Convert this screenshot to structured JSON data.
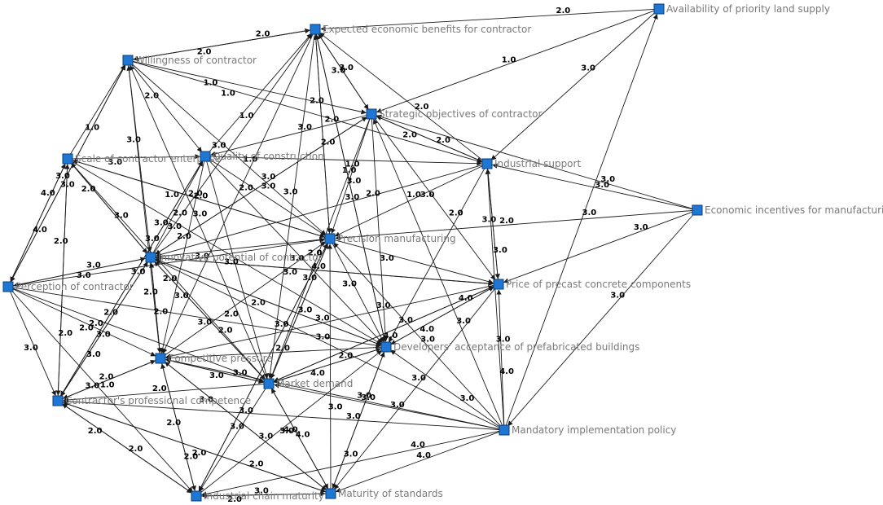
{
  "colors": {
    "node_fill": "#1f77d4",
    "edge": "#1a1a1a",
    "label": "#7a7a7a",
    "weight": "#000000"
  },
  "nodes": [
    {
      "id": "expected_benefits",
      "label": "Expected economic benefits for contractor"
    },
    {
      "id": "land_supply",
      "label": "Availability of priority land supply"
    },
    {
      "id": "willingness",
      "label": "Willingness of contractor"
    },
    {
      "id": "strategic",
      "label": "Strategic objectives of contractor"
    },
    {
      "id": "scale",
      "label": "Scale of contractor enterprise"
    },
    {
      "id": "quality",
      "label": "Quality of construction"
    },
    {
      "id": "industrial_support",
      "label": "Industrial support"
    },
    {
      "id": "econ_incentives",
      "label": "Economic incentives for manufacturing"
    },
    {
      "id": "precision",
      "label": "Precision manufacturing"
    },
    {
      "id": "innovative",
      "label": "Innovative potential of contractor"
    },
    {
      "id": "perception",
      "label": "Perception of contractor"
    },
    {
      "id": "price",
      "label": "Price of precast concrete components"
    },
    {
      "id": "dev_accept",
      "label": "Developers' acceptance of prefabricated buildings"
    },
    {
      "id": "competitive",
      "label": "Competitive pressure"
    },
    {
      "id": "market",
      "label": "Market demand"
    },
    {
      "id": "competence",
      "label": "Contractor's professional competence"
    },
    {
      "id": "mandatory",
      "label": "Mandatory implementation policy"
    },
    {
      "id": "chain",
      "label": "Industrial chain maturity"
    },
    {
      "id": "standards",
      "label": "Maturity of standards"
    }
  ],
  "edges": [
    {
      "from": "land_supply",
      "to": "expected_benefits",
      "weight": "2.0"
    },
    {
      "from": "willingness",
      "to": "expected_benefits",
      "weight": "2.0"
    },
    {
      "from": "strategic",
      "to": "expected_benefits",
      "weight": "3.0"
    },
    {
      "from": "quality",
      "to": "expected_benefits",
      "weight": "1.0"
    },
    {
      "from": "precision",
      "to": "expected_benefits",
      "weight": "2.0"
    },
    {
      "from": "innovative",
      "to": "expected_benefits",
      "weight": "2.0"
    },
    {
      "from": "industrial_support",
      "to": "expected_benefits",
      "weight": "2.0"
    },
    {
      "from": "dev_accept",
      "to": "expected_benefits",
      "weight": "3.0"
    },
    {
      "from": "scale",
      "to": "willingness",
      "weight": "1.0"
    },
    {
      "from": "perception",
      "to": "willingness",
      "weight": "3.0"
    },
    {
      "from": "expected_benefits",
      "to": "willingness",
      "weight": "2.0"
    },
    {
      "from": "competitive",
      "to": "willingness",
      "weight": "3.0"
    },
    {
      "from": "market",
      "to": "willingness",
      "weight": "3.0"
    },
    {
      "from": "willingness",
      "to": "strategic",
      "weight": "1.0"
    },
    {
      "from": "expected_benefits",
      "to": "strategic",
      "weight": "3.0"
    },
    {
      "from": "econ_incentives",
      "to": "strategic",
      "weight": "3.0"
    },
    {
      "from": "industrial_support",
      "to": "strategic",
      "weight": "2.0"
    },
    {
      "from": "land_supply",
      "to": "strategic",
      "weight": "1.0"
    },
    {
      "from": "mandatory",
      "to": "strategic",
      "weight": "3.0"
    },
    {
      "from": "perception",
      "to": "scale",
      "weight": "4.0"
    },
    {
      "from": "competence",
      "to": "scale",
      "weight": "2.0"
    },
    {
      "from": "innovative",
      "to": "scale",
      "weight": "3.0"
    },
    {
      "from": "precision",
      "to": "scale",
      "weight": "2.0"
    },
    {
      "from": "scale",
      "to": "quality",
      "weight": "3.0"
    },
    {
      "from": "innovative",
      "to": "quality",
      "weight": "2.0"
    },
    {
      "from": "competence",
      "to": "quality",
      "weight": "3.0"
    },
    {
      "from": "strategic",
      "to": "quality",
      "weight": "3.0"
    },
    {
      "from": "quality",
      "to": "industrial_support",
      "weight": "1.0"
    },
    {
      "from": "strategic",
      "to": "industrial_support",
      "weight": "2.0"
    },
    {
      "from": "econ_incentives",
      "to": "industrial_support",
      "weight": "3.0"
    },
    {
      "from": "price",
      "to": "industrial_support",
      "weight": "3.0"
    },
    {
      "from": "land_supply",
      "to": "industrial_support",
      "weight": "3.0"
    },
    {
      "from": "econ_incentives",
      "to": "precision",
      "weight": "2.0"
    },
    {
      "from": "quality",
      "to": "precision",
      "weight": "2.0"
    },
    {
      "from": "industrial_support",
      "to": "precision",
      "weight": "1.0"
    },
    {
      "from": "innovative",
      "to": "precision",
      "weight": "3.0"
    },
    {
      "from": "competitive",
      "to": "precision",
      "weight": "2.0"
    },
    {
      "from": "market",
      "to": "precision",
      "weight": "3.0"
    },
    {
      "from": "standards",
      "to": "precision",
      "weight": "3.0"
    },
    {
      "from": "strategic",
      "to": "precision",
      "weight": "1.0"
    },
    {
      "from": "scale",
      "to": "innovative",
      "weight": "2.0"
    },
    {
      "from": "willingness",
      "to": "innovative",
      "weight": "3.0"
    },
    {
      "from": "perception",
      "to": "innovative",
      "weight": "3.0"
    },
    {
      "from": "competence",
      "to": "innovative",
      "weight": "3.0"
    },
    {
      "from": "competitive",
      "to": "innovative",
      "weight": "2.0"
    },
    {
      "from": "scale",
      "to": "perception",
      "weight": "4.0"
    },
    {
      "from": "innovative",
      "to": "perception",
      "weight": "3.0"
    },
    {
      "from": "willingness",
      "to": "perception",
      "weight": "3.0"
    },
    {
      "from": "precision",
      "to": "price",
      "weight": "3.0"
    },
    {
      "from": "industrial_support",
      "to": "price",
      "weight": "3.0"
    },
    {
      "from": "econ_incentives",
      "to": "price",
      "weight": "3.0"
    },
    {
      "from": "mandatory",
      "to": "price",
      "weight": "4.0"
    },
    {
      "from": "market",
      "to": "price",
      "weight": "4.0"
    },
    {
      "from": "dev_accept",
      "to": "price",
      "weight": "4.0"
    },
    {
      "from": "strategic",
      "to": "price",
      "weight": "3.0"
    },
    {
      "from": "price",
      "to": "dev_accept",
      "weight": "4.0"
    },
    {
      "from": "precision",
      "to": "dev_accept",
      "weight": "3.0"
    },
    {
      "from": "quality",
      "to": "dev_accept",
      "weight": "3.0"
    },
    {
      "from": "mandatory",
      "to": "dev_accept",
      "weight": "3.0"
    },
    {
      "from": "innovative",
      "to": "dev_accept",
      "weight": "2.0"
    },
    {
      "from": "standards",
      "to": "dev_accept",
      "weight": "3.0"
    },
    {
      "from": "market",
      "to": "dev_accept",
      "weight": "4.0"
    },
    {
      "from": "perception",
      "to": "competitive",
      "weight": "2.0"
    },
    {
      "from": "innovative",
      "to": "competitive",
      "weight": "2.0"
    },
    {
      "from": "competence",
      "to": "competitive",
      "weight": "1.0"
    },
    {
      "from": "market",
      "to": "competitive",
      "weight": "3.0"
    },
    {
      "from": "quality",
      "to": "competitive",
      "weight": "2.0"
    },
    {
      "from": "competitive",
      "to": "market",
      "weight": "3.0"
    },
    {
      "from": "dev_accept",
      "to": "market",
      "weight": "2.0"
    },
    {
      "from": "mandatory",
      "to": "market",
      "weight": "3.0"
    },
    {
      "from": "precision",
      "to": "market",
      "weight": "3.0"
    },
    {
      "from": "price",
      "to": "market",
      "weight": "3.0"
    },
    {
      "from": "perception",
      "to": "competence",
      "weight": "3.0"
    },
    {
      "from": "scale",
      "to": "competence",
      "weight": "2.0"
    },
    {
      "from": "chain",
      "to": "competence",
      "weight": "2.0"
    },
    {
      "from": "standards",
      "to": "competence",
      "weight": "2.0"
    },
    {
      "from": "innovative",
      "to": "competence",
      "weight": "2.0"
    },
    {
      "from": "competitive",
      "to": "competence",
      "weight": "2.0"
    },
    {
      "from": "mandatory",
      "to": "competence",
      "weight": "3.0"
    },
    {
      "from": "competitive",
      "to": "chain",
      "weight": "2.0"
    },
    {
      "from": "competence",
      "to": "chain",
      "weight": "2.0"
    },
    {
      "from": "market",
      "to": "chain",
      "weight": "3.0"
    },
    {
      "from": "standards",
      "to": "chain",
      "weight": "3.0"
    },
    {
      "from": "precision",
      "to": "chain",
      "weight": "3.0"
    },
    {
      "from": "mandatory",
      "to": "standards",
      "weight": "4.0"
    },
    {
      "from": "chain",
      "to": "standards",
      "weight": "2.0"
    },
    {
      "from": "market",
      "to": "standards",
      "weight": "4.0"
    },
    {
      "from": "competence",
      "to": "standards",
      "weight": "2.0"
    },
    {
      "from": "dev_accept",
      "to": "standards",
      "weight": "3.0"
    },
    {
      "from": "price",
      "to": "standards",
      "weight": "3.0"
    },
    {
      "from": "competitive",
      "to": "standards",
      "weight": "3.0"
    },
    {
      "from": "econ_incentives",
      "to": "mandatory",
      "weight": "3.0"
    },
    {
      "from": "mandatory",
      "to": "land_supply",
      "weight": "3.0"
    },
    {
      "from": "mandatory",
      "to": "industrial_support",
      "weight": "3.0"
    },
    {
      "from": "mandatory",
      "to": "precision",
      "weight": "3.0"
    },
    {
      "from": "mandatory",
      "to": "chain",
      "weight": "4.0"
    },
    {
      "from": "mandatory",
      "to": "competitive",
      "weight": "3.0"
    },
    {
      "from": "mandatory",
      "to": "innovative",
      "weight": "3.0"
    },
    {
      "from": "willingness",
      "to": "quality",
      "weight": "2.0"
    },
    {
      "from": "willingness",
      "to": "precision",
      "weight": "3.0"
    },
    {
      "from": "willingness",
      "to": "industrial_support",
      "weight": "1.0"
    },
    {
      "from": "scale",
      "to": "precision",
      "weight": "1.0"
    },
    {
      "from": "scale",
      "to": "market",
      "weight": "2.0"
    },
    {
      "from": "scale",
      "to": "dev_accept",
      "weight": "3.0"
    },
    {
      "from": "quality",
      "to": "market",
      "weight": "3.0"
    },
    {
      "from": "quality",
      "to": "competence",
      "weight": "3.0"
    },
    {
      "from": "perception",
      "to": "precision",
      "weight": "3.0"
    },
    {
      "from": "perception",
      "to": "dev_accept",
      "weight": "3.0"
    },
    {
      "from": "perception",
      "to": "market",
      "weight": "2.0"
    },
    {
      "from": "perception",
      "to": "chain",
      "weight": "3.0"
    },
    {
      "from": "innovative",
      "to": "market",
      "weight": "3.0"
    },
    {
      "from": "innovative",
      "to": "price",
      "weight": "3.0"
    },
    {
      "from": "innovative",
      "to": "strategic",
      "weight": "3.0"
    },
    {
      "from": "expected_benefits",
      "to": "precision",
      "weight": "2.0"
    },
    {
      "from": "expected_benefits",
      "to": "market",
      "weight": "3.0"
    },
    {
      "from": "expected_benefits",
      "to": "dev_accept",
      "weight": "2.0"
    },
    {
      "from": "expected_benefits",
      "to": "competitive",
      "weight": "1.0"
    },
    {
      "from": "strategic",
      "to": "market",
      "weight": "2.0"
    },
    {
      "from": "strategic",
      "to": "dev_accept",
      "weight": "2.0"
    },
    {
      "from": "strategic",
      "to": "innovative",
      "weight": "3.0"
    },
    {
      "from": "industrial_support",
      "to": "dev_accept",
      "weight": "2.0"
    },
    {
      "from": "industrial_support",
      "to": "innovative",
      "weight": "3.0"
    },
    {
      "from": "price",
      "to": "innovative",
      "weight": "4.0"
    },
    {
      "from": "price",
      "to": "competitive",
      "weight": "3.0"
    },
    {
      "from": "dev_accept",
      "to": "competitive",
      "weight": "2.0"
    },
    {
      "from": "dev_accept",
      "to": "innovative",
      "weight": "3.0"
    },
    {
      "from": "market",
      "to": "innovative",
      "weight": "2.0"
    },
    {
      "from": "market",
      "to": "competence",
      "weight": "2.0"
    },
    {
      "from": "chain",
      "to": "precision",
      "weight": "3.0"
    },
    {
      "from": "chain",
      "to": "dev_accept",
      "weight": "3.0"
    },
    {
      "from": "chain",
      "to": "competitive",
      "weight": "2.0"
    },
    {
      "from": "standards",
      "to": "competitive",
      "weight": "3.0"
    },
    {
      "from": "standards",
      "to": "market",
      "weight": "4.0"
    }
  ]
}
